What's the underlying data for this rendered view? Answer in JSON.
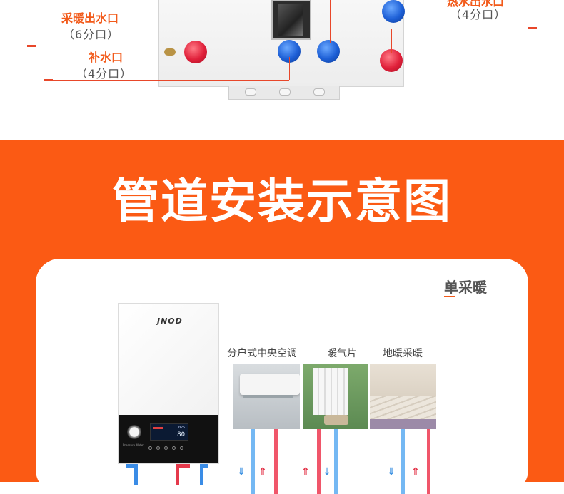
{
  "top": {
    "labels": {
      "heating_outlet": {
        "name": "采暖出水口",
        "size": "（6分口）"
      },
      "refill_inlet": {
        "name": "补水口",
        "size": "（4分口）"
      },
      "right_outlet": {
        "name": "热水出水口",
        "size": "（4分口）"
      }
    }
  },
  "band": {
    "title": "管道安装示意图",
    "card": {
      "title": "单采暖",
      "boiler": {
        "brand": "JNOD",
        "gauge_caption": "Pressure Meter",
        "display_value": "80",
        "display_top": "025"
      },
      "systems": [
        {
          "label": "分户式中央空调"
        },
        {
          "label": "暖气片"
        },
        {
          "label": "地暖采暖"
        }
      ]
    }
  },
  "colors": {
    "band_orange": "#fb5a14",
    "label_orange": "#f25a1a",
    "supply_red": "#e5394b",
    "return_blue": "#3a8ce6"
  }
}
